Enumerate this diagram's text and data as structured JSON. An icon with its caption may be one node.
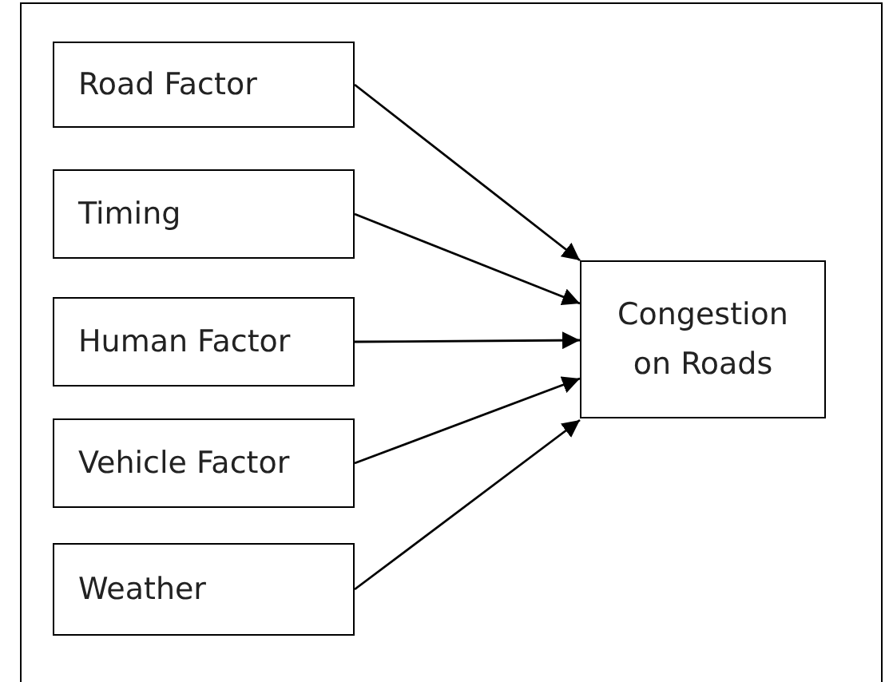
{
  "diagram": {
    "nodes": [
      {
        "text": [
          "Road Factor"
        ]
      },
      {
        "text": [
          "Timing"
        ]
      },
      {
        "text": [
          "Human Factor"
        ]
      },
      {
        "text": [
          "Vehicle Factor"
        ]
      },
      {
        "text": [
          "Weather"
        ]
      },
      {
        "text": [
          "Congestion on Roads"
        ]
      }
    ],
    "edges": [
      {
        "from": 0,
        "to": 5,
        "arrow": "to"
      },
      {
        "from": 1,
        "to": 5,
        "arrow": "to"
      },
      {
        "from": 2,
        "to": 5,
        "arrow": "to"
      },
      {
        "from": 3,
        "to": 5,
        "arrow": "to"
      },
      {
        "from": 4,
        "to": 5,
        "arrow": "to"
      }
    ]
  }
}
